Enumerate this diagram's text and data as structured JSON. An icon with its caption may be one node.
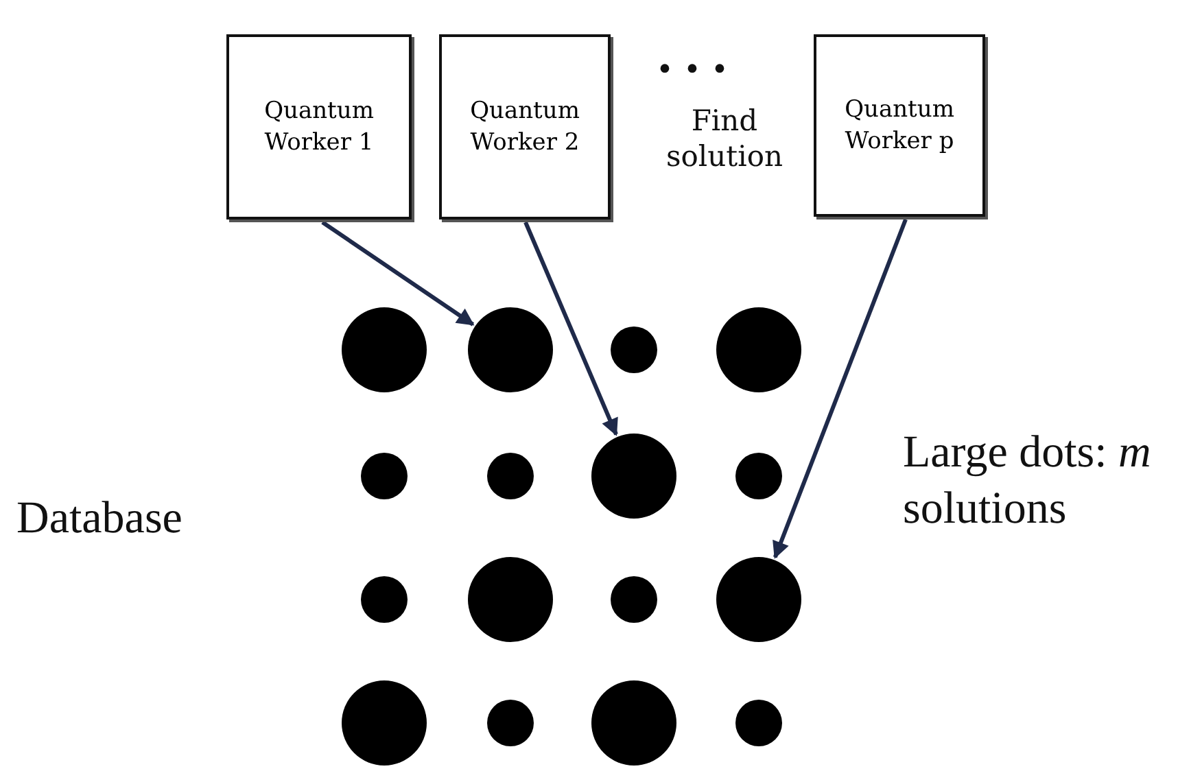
{
  "diagram": {
    "nodes": [
      {
        "text": [
          "Quantum Worker 1"
        ]
      },
      {
        "text": [
          "Quantum Worker 2"
        ]
      },
      {
        "text": [
          "Quantum Worker p"
        ]
      },
      {
        "text": [],
        "shape": "circle"
      },
      {
        "text": [],
        "shape": "circle"
      },
      {
        "text": [],
        "shape": "circle"
      },
      {
        "text": [],
        "shape": "circle"
      },
      {
        "text": [],
        "shape": "circle"
      },
      {
        "text": [],
        "shape": "circle"
      },
      {
        "text": [],
        "shape": "circle"
      },
      {
        "text": [],
        "shape": "circle"
      },
      {
        "text": [],
        "shape": "circle"
      },
      {
        "text": [],
        "shape": "circle"
      },
      {
        "text": [],
        "shape": "circle"
      },
      {
        "text": [],
        "shape": "circle"
      },
      {
        "text": [],
        "shape": "circle"
      },
      {
        "text": [],
        "shape": "circle"
      },
      {
        "text": [],
        "shape": "circle"
      },
      {
        "text": [],
        "shape": "circle"
      }
    ],
    "edges": [
      {
        "from": 0,
        "to": 4,
        "arrow": "to"
      },
      {
        "from": 1,
        "to": 9,
        "arrow": "to"
      },
      {
        "from": 2,
        "to": 14,
        "arrow": "to"
      }
    ],
    "labels": [
      "• • •",
      "Find solution",
      "Database",
      "Large dots: *m* solutions"
    ]
  }
}
